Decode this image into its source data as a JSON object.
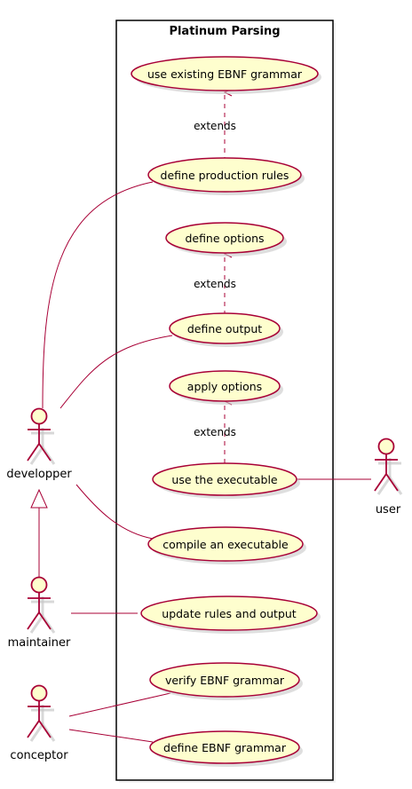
{
  "system": {
    "title": "Platinum Parsing"
  },
  "use_cases": {
    "use_ebnf": "use existing EBNF grammar",
    "define_rules": "define production rules",
    "define_options": "define options",
    "define_output": "define output",
    "apply_options": "apply options",
    "use_exe": "use the executable",
    "compile_exe": "compile an executable",
    "update_rules": "update rules and output",
    "verify_ebnf": "verify EBNF grammar",
    "define_ebnf": "define EBNF grammar"
  },
  "actors": {
    "developper": "developper",
    "maintainer": "maintainer",
    "conceptor": "conceptor",
    "user": "user"
  },
  "relations": {
    "extends_1": "extends",
    "extends_2": "extends",
    "extends_3": "extends"
  },
  "colors": {
    "border": "#A80036",
    "fill": "#FEFECE"
  }
}
